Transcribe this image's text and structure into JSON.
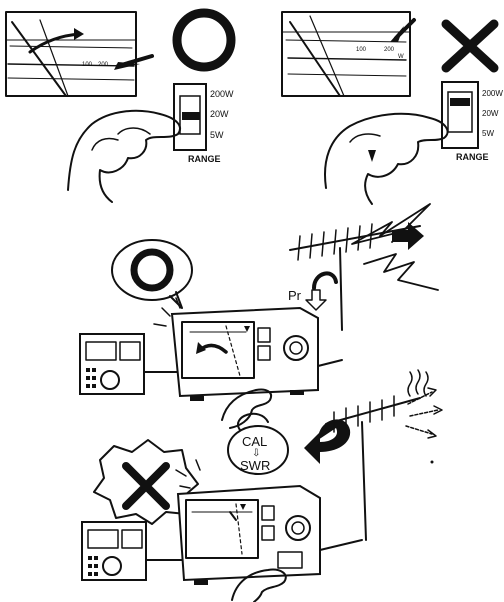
{
  "panel_top_left": {
    "meter_scale": [
      "100",
      "200"
    ],
    "range_labels": [
      "200W",
      "20W",
      "5W"
    ],
    "range_title": "RANGE",
    "verdict": "O"
  },
  "panel_top_right": {
    "meter_scale": [
      "100",
      "200",
      "W"
    ],
    "range_labels": [
      "200W",
      "20W",
      "5W"
    ],
    "range_title": "RANGE",
    "verdict": "X"
  },
  "middle_scene": {
    "verdict": "O",
    "power_label": "Pr"
  },
  "bottom_scene": {
    "verdict": "X",
    "bubble_lines": [
      "CAL",
      "⇩",
      "SWR"
    ]
  }
}
